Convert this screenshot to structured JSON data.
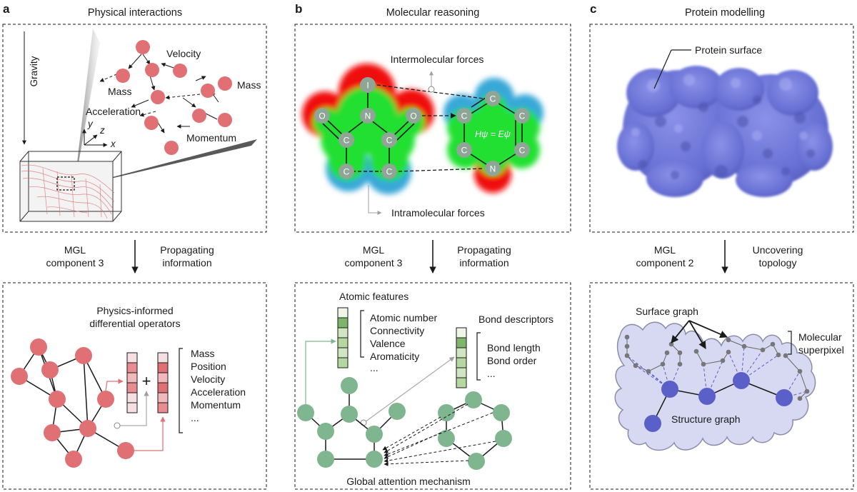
{
  "panels": {
    "a": {
      "letter": "a",
      "title": "Physical interactions",
      "gravity": "Gravity",
      "velocity": "Velocity",
      "mass_left": "Mass",
      "mass_right": "Mass",
      "acceleration": "Acceleration",
      "momentum": "Momentum",
      "axis_x": "x",
      "axis_y": "y",
      "axis_z": "z",
      "arrow_left_1": "MGL",
      "arrow_left_2": "component 3",
      "arrow_right_1": "Propagating",
      "arrow_right_2": "information",
      "bottom_title_1": "Physics-informed",
      "bottom_title_2": "differential operators",
      "plus": "+",
      "features": [
        "Mass",
        "Position",
        "Velocity",
        "Acceleration",
        "Momentum",
        "..."
      ]
    },
    "b": {
      "letter": "b",
      "title": "Molecular reasoning",
      "intermolecular": "Intermolecular forces",
      "intramolecular": "Intramolecular forces",
      "equation": "Hψ = Eψ",
      "atoms_left": [
        "I",
        "N",
        "O",
        "O",
        "C",
        "C",
        "C",
        "C"
      ],
      "atoms_right": [
        "C",
        "C",
        "C",
        "C",
        "C",
        "N"
      ],
      "arrow_left_1": "MGL",
      "arrow_left_2": "component 3",
      "arrow_right_1": "Propagating",
      "arrow_right_2": "information",
      "atomic_features_title": "Atomic features",
      "atomic_features": [
        "Atomic number",
        "Connectivity",
        "Valence",
        "Aromaticity",
        "..."
      ],
      "bond_descriptors_title": "Bond descriptors",
      "bond_descriptors": [
        "Bond length",
        "Bond order",
        "..."
      ],
      "global_attention": "Global attention mechanism"
    },
    "c": {
      "letter": "c",
      "title": "Protein modelling",
      "protein_surface": "Protein surface",
      "arrow_left_1": "MGL",
      "arrow_left_2": "component 2",
      "arrow_right_1": "Uncovering",
      "arrow_right_2": "topology",
      "surface_graph": "Surface graph",
      "molecular_superpixel_1": "Molecular",
      "molecular_superpixel_2": "superpixel",
      "structure_graph": "Structure graph"
    }
  },
  "colors": {
    "red_node": "#e07074",
    "green_node": "#7fb58f",
    "blue_node": "#5b60c8",
    "protein": "#6c74d8",
    "atom": "#8fa596",
    "esp_red": "#f01010",
    "esp_green": "#22e030",
    "esp_blue": "#38a8d8"
  }
}
